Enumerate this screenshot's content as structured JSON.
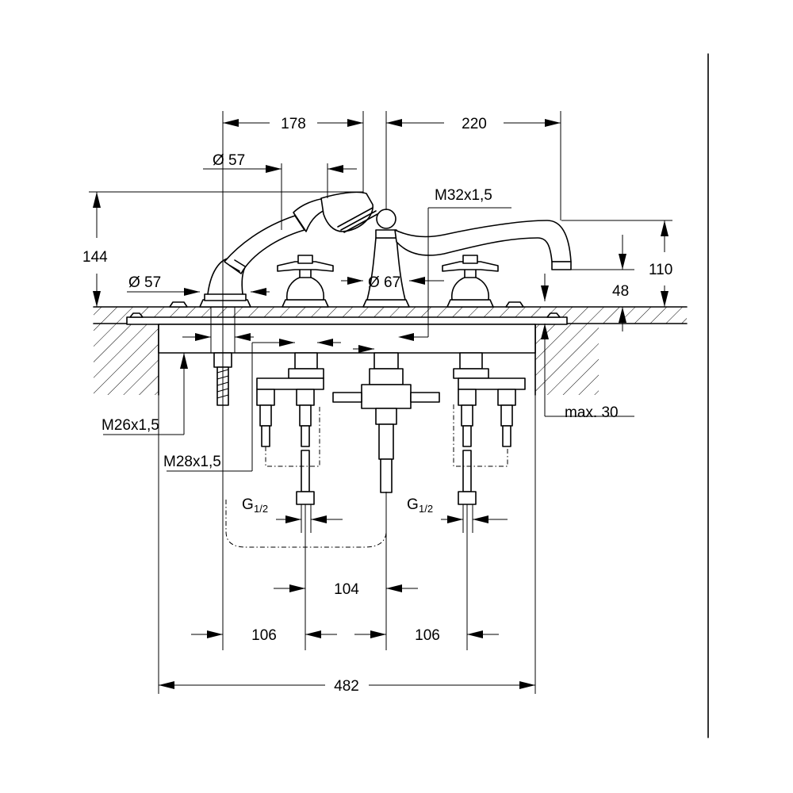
{
  "dimensions": {
    "d178": "178",
    "d220": "220",
    "dia57_top": "Ø 57",
    "m32": "M32x1,5",
    "d144": "144",
    "d110": "110",
    "dia57_left": "Ø 57",
    "dia67": "Ø 67",
    "d48": "48",
    "max30": "max. 30",
    "m26": "M26x1,5",
    "m28": "M28x1,5",
    "g_left_main": "G",
    "g_left_frac": "1/2",
    "g_right_main": "G",
    "g_right_frac": "1/2",
    "d104": "104",
    "d106_left": "106",
    "d106_right": "106",
    "d482": "482"
  }
}
